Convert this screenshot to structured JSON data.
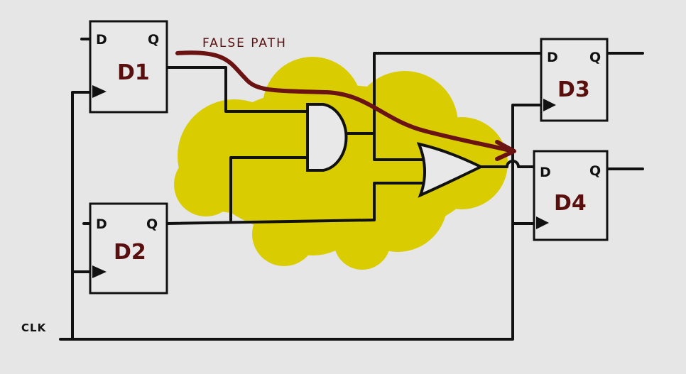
{
  "colors": {
    "background": "#e6e6e6",
    "highlight_cloud": "#d9cc00",
    "false_path": "#6b1212",
    "wire": "#111111"
  },
  "annotation": {
    "false_path_label": "FALSE PATH"
  },
  "clock_label": "CLK",
  "flip_flops": [
    {
      "name": "D1",
      "d_pin": "D",
      "q_pin": "Q"
    },
    {
      "name": "D2",
      "d_pin": "D",
      "q_pin": "Q"
    },
    {
      "name": "D3",
      "d_pin": "D",
      "q_pin": "Q"
    },
    {
      "name": "D4",
      "d_pin": "D",
      "q_pin": "Q"
    }
  ],
  "gates": [
    {
      "type": "AND"
    },
    {
      "type": "OR"
    }
  ]
}
